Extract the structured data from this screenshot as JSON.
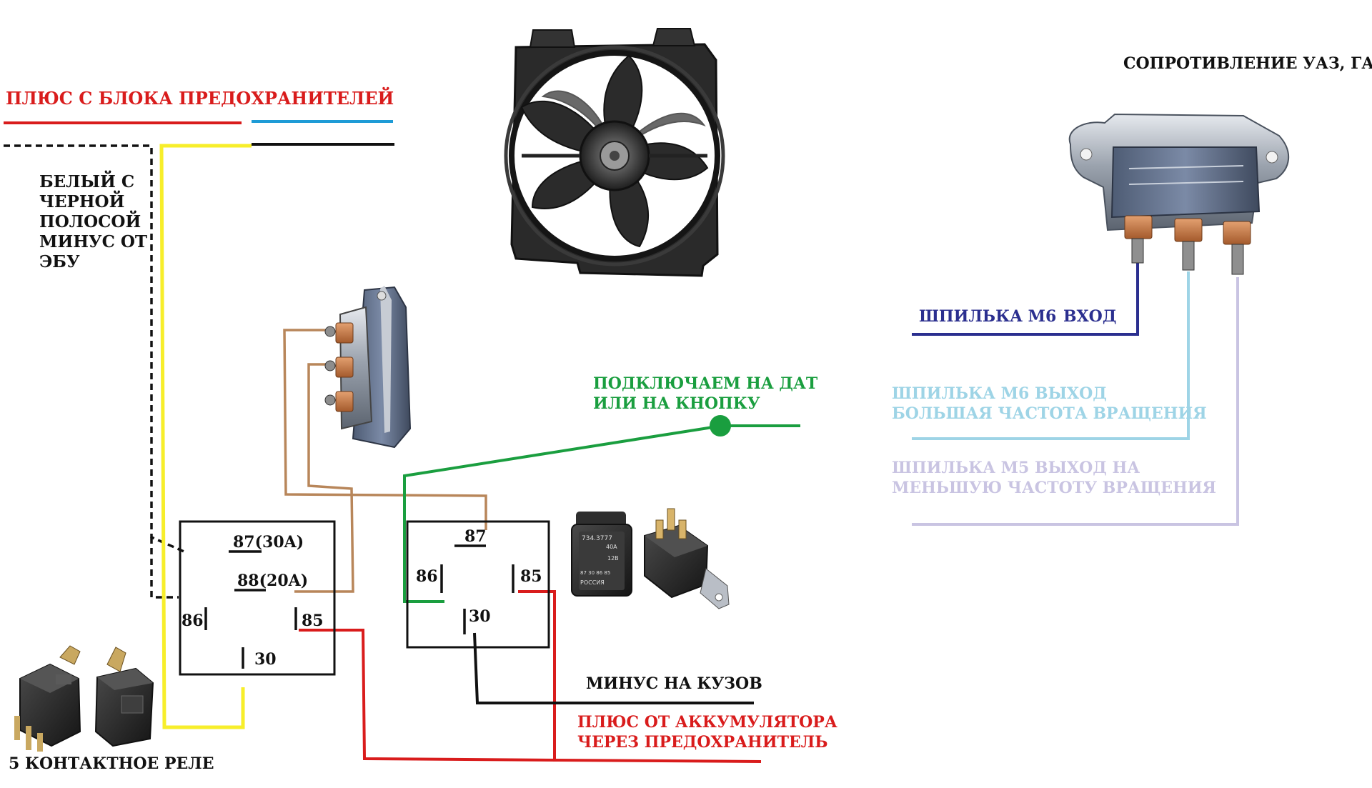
{
  "colors": {
    "red": "#d91c1c",
    "blue": "#1e9bd6",
    "black": "#111111",
    "yellow": "#f7ee2a",
    "brown": "#b8865a",
    "green": "#1a9e3f",
    "navy": "#2b2f8f",
    "light_cyan": "#9ed4e6",
    "lavender": "#c9c4e2"
  },
  "labels": {
    "fuse_block_plus": "ПЛЮС С БЛОКА ПРЕДОХРАНИТЕЛЕЙ",
    "ecu_minus": [
      "БЕЛЫЙ С",
      "ЧЕРНОЙ",
      "ПОЛОСОЙ",
      "МИНУС ОТ",
      "ЭБУ"
    ],
    "resistor_title": "СОПРОТИВЛЕНИЕ УАЗ, ГАЗ",
    "stud_m6": "ШПИЛЬКА М6",
    "input": "ВХОД",
    "stud_m6_out": [
      "ШПИЛЬКА М6 ВЫХОД",
      "БОЛЬШАЯ ЧАСТОТА ВРАЩЕНИЯ"
    ],
    "stud_m5_out": [
      "ШПИЛЬКА М5 ВЫХОД НА",
      "МЕНЬШУЮ ЧАСТОТУ ВРАЩЕНИЯ"
    ],
    "connect_sensor": [
      "ПОДКЛЮЧАЕМ НА ДАТ",
      "ИЛИ НА КНОПКУ"
    ],
    "ground": "МИНУС НА КУЗОВ",
    "battery_plus": [
      "ПЛЮС ОТ АККУМУЛЯТОРА",
      "ЧЕРЕЗ ПРЕДОХРАНИТЕЛЬ"
    ],
    "five_pin_relay": "5 КОНТАКТНОЕ РЕЛЕ"
  },
  "relay1": {
    "p87": "87(30A)",
    "p88": "88(20A)",
    "p86": "86",
    "p85": "85",
    "p30": "30"
  },
  "relay2": {
    "p87": "87",
    "p86": "86",
    "p85": "85",
    "p30": "30"
  },
  "relay_photo": {
    "model": "734.3777",
    "rating": "40А",
    "voltage": "12В",
    "pins": "87 30 86 85",
    "country": "РОССИЯ"
  }
}
